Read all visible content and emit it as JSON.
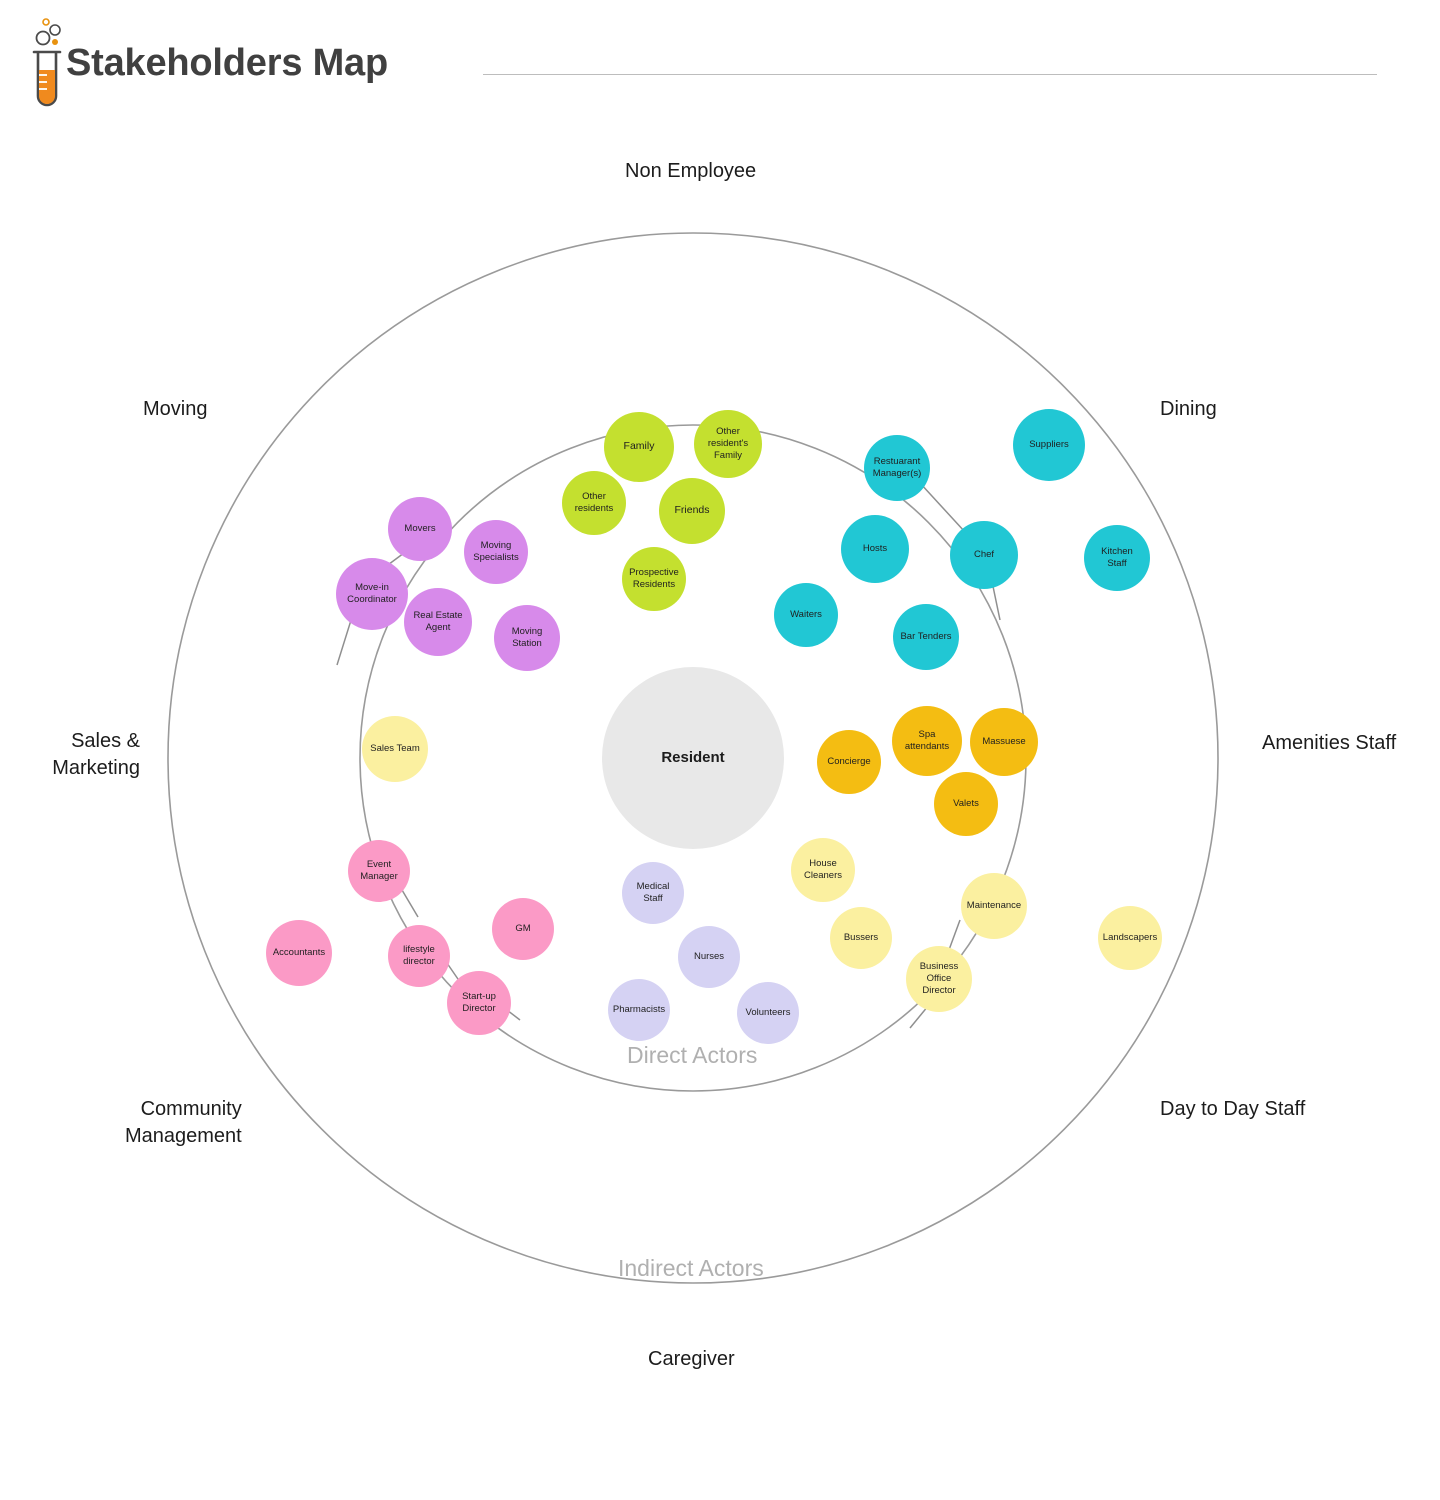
{
  "header": {
    "title": "Stakeholders Map",
    "icon": "test-tube-icon"
  },
  "rings": [
    {
      "label": "Direct Actors"
    },
    {
      "label": "Indirect Actors"
    }
  ],
  "categories": [
    {
      "label": "Non Employee"
    },
    {
      "label": "Dining"
    },
    {
      "label": "Amenities Staff"
    },
    {
      "label": "Day to Day Staff"
    },
    {
      "label": "Caregiver"
    },
    {
      "label": "Community\nManagement"
    },
    {
      "label": "Sales &\nMarketing"
    },
    {
      "label": "Moving"
    }
  ],
  "center": {
    "label": "Resident",
    "color": "#e8e8e8"
  },
  "clusters": [
    {
      "name": "Non Employee",
      "color": "#c4e02f",
      "nodes": [
        {
          "label": "Family"
        },
        {
          "label": "Other\nresident's\nFamily"
        },
        {
          "label": "Other\nresidents"
        },
        {
          "label": "Friends"
        },
        {
          "label": "Prospective\nResidents"
        }
      ]
    },
    {
      "name": "Moving",
      "color": "#d78aea",
      "nodes": [
        {
          "label": "Movers"
        },
        {
          "label": "Moving\nSpecialists"
        },
        {
          "label": "Move-in\nCoordinator"
        },
        {
          "label": "Real Estate\nAgent"
        },
        {
          "label": "Moving\nStation"
        }
      ]
    },
    {
      "name": "Dining",
      "color": "#21c7d4",
      "nodes": [
        {
          "label": "Restuarant\nManager(s)"
        },
        {
          "label": "Suppliers"
        },
        {
          "label": "Hosts"
        },
        {
          "label": "Chef"
        },
        {
          "label": "Kitchen\nStaff"
        },
        {
          "label": "Waiters"
        },
        {
          "label": "Bar Tenders"
        }
      ]
    },
    {
      "name": "Amenities Staff",
      "color": "#f4bd12",
      "nodes": [
        {
          "label": "Concierge"
        },
        {
          "label": "Spa\nattendants"
        },
        {
          "label": "Massuese"
        },
        {
          "label": "Valets"
        }
      ]
    },
    {
      "name": "Day to Day Staff",
      "color": "#fbf0a0",
      "nodes": [
        {
          "label": "House\nCleaners"
        },
        {
          "label": "Maintenance"
        },
        {
          "label": "Bussers"
        },
        {
          "label": "Business\nOffice\nDirector"
        },
        {
          "label": "Landscapers"
        }
      ]
    },
    {
      "name": "Sales & Marketing",
      "color": "#fbf0a0",
      "nodes": [
        {
          "label": "Sales Team"
        }
      ]
    },
    {
      "name": "Community Management",
      "color": "#fb9ac6",
      "nodes": [
        {
          "label": "Event\nManager"
        },
        {
          "label": "GM"
        },
        {
          "label": "Accountants"
        },
        {
          "label": "lifestyle\ndirector"
        },
        {
          "label": "Start-up\nDirector"
        }
      ]
    },
    {
      "name": "Caregiver",
      "color": "#d5d2f3",
      "nodes": [
        {
          "label": "Medical\nStaff"
        },
        {
          "label": "Nurses"
        },
        {
          "label": "Pharmacists"
        },
        {
          "label": "Volunteers"
        }
      ]
    }
  ]
}
